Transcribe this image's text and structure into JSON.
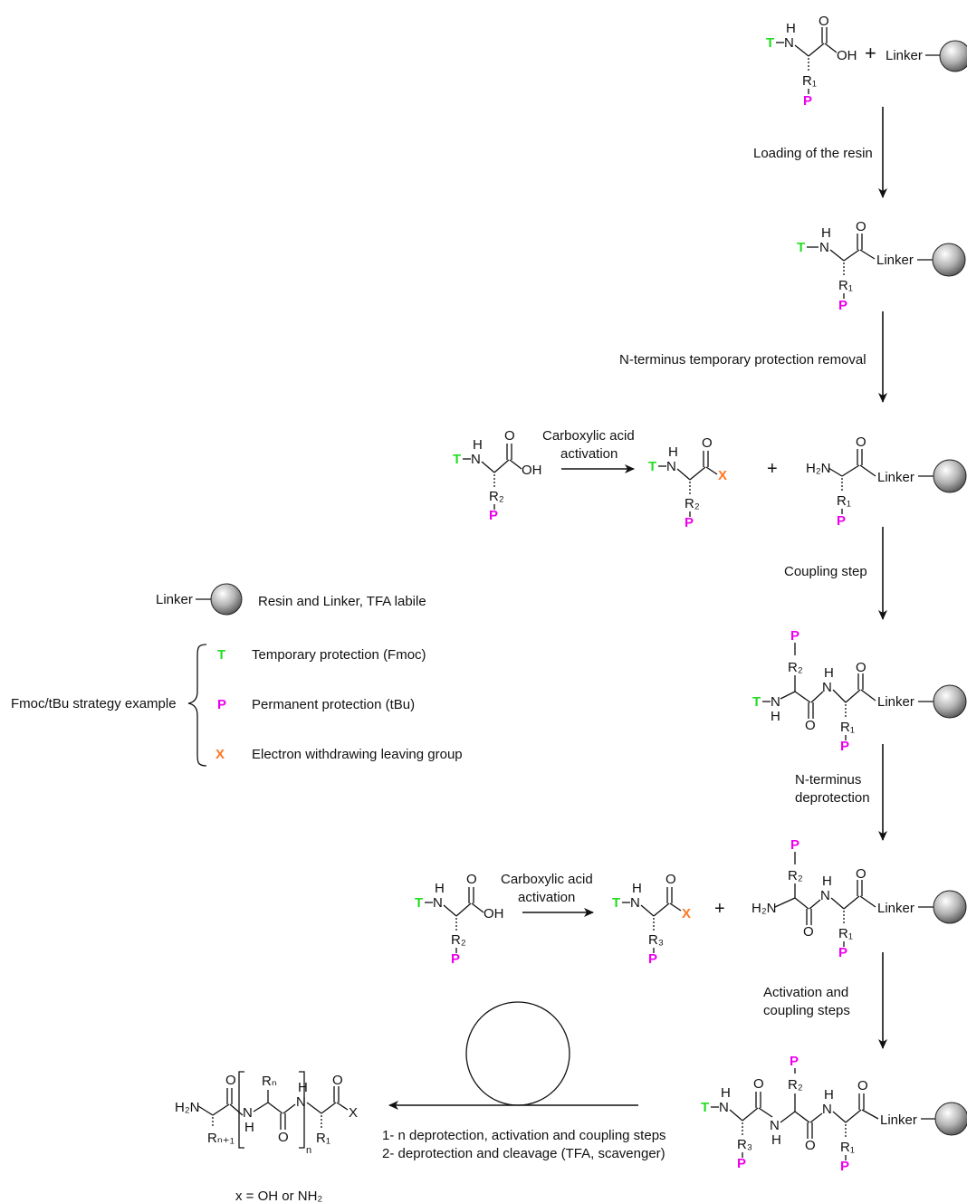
{
  "colors": {
    "temporary": "#22dd22",
    "permanent": "#ee00ee",
    "leaving": "#ff7722",
    "ink": "#111111"
  },
  "atoms": {
    "T": "T",
    "P": "P",
    "X": "X",
    "NH": "H",
    "N": "N",
    "O": "O",
    "OH": "OH",
    "H2N": "H₂N",
    "R1": "R₁",
    "R2": "R₂",
    "R3": "R₃",
    "Rn": "Rₙ",
    "Rn1": "Rₙ₊₁",
    "n": "n",
    "Xfinal": "X"
  },
  "linker": "Linker",
  "plus": "+",
  "steps": {
    "loading": "Loading of the resin",
    "deprotect_removal": "N-terminus temporary protection removal",
    "activation_1a": "Carboxylic acid",
    "activation_1b": "activation",
    "coupling": "Coupling step",
    "deprotection_a": "N-terminus",
    "deprotection_b": "deprotection",
    "activation_2a": "Carboxylic acid",
    "activation_2b": "activation",
    "act_coupling_a": "Activation and",
    "act_coupling_b": "coupling steps",
    "final_1": "1- n deprotection, activation and coupling steps",
    "final_2": "2- deprotection and cleavage (TFA, scavenger)"
  },
  "legend": {
    "strategy": "Fmoc/tBu strategy example",
    "resin_desc": "Resin and Linker, TFA labile",
    "items": [
      {
        "symbol": "T",
        "text": "Temporary protection (Fmoc)"
      },
      {
        "symbol": "P",
        "text": "Permanent protection (tBu)"
      },
      {
        "symbol": "X",
        "text": "Electron withdrawing leaving group"
      }
    ]
  },
  "footnote": "x = OH or NH₂"
}
